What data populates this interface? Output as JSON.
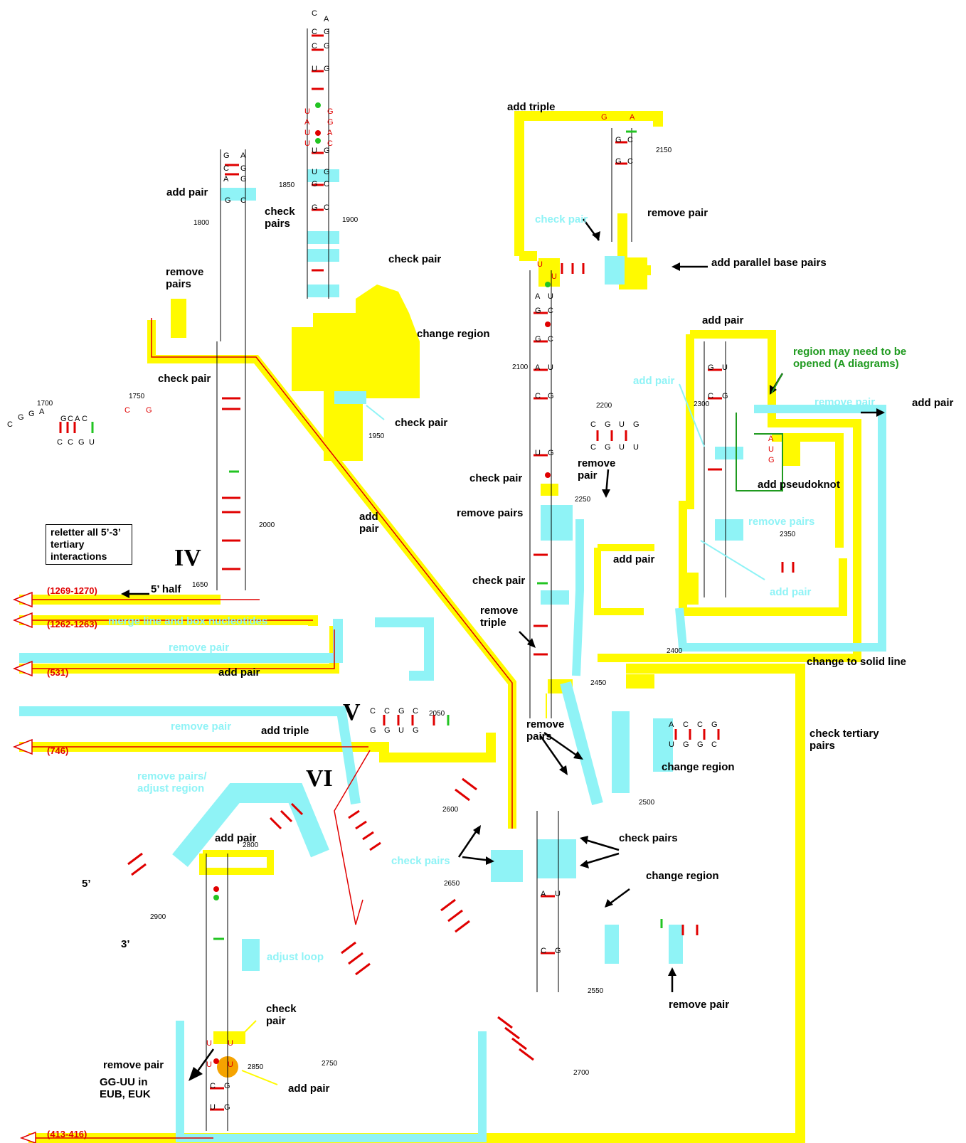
{
  "colors": {
    "highlight_yellow": "#fffa00",
    "highlight_cyan": "#8ff3f6",
    "pair_red": "#e00000",
    "pair_green": "#22c422",
    "annotation_green": "#1f9a1f",
    "orange": "#f5a300"
  },
  "domains": {
    "iv": "IV",
    "v": "V",
    "vi": "VI"
  },
  "strand_ends": {
    "five_prime": "5’",
    "three_prime": "3’"
  },
  "box_note": "reletter all 5’-3’ tertiary interactions",
  "annotations": {
    "add_triple_top": "add triple",
    "remove_pair_top": "remove pair",
    "add_parallel": "add parallel base pairs",
    "check_pair_cyan_top": "check pair",
    "add_pair_1800": "add pair",
    "check_pairs_1850": "check pairs",
    "check_pair_1900": "check pair",
    "remove_pairs_left": "remove pairs",
    "change_region_1900": "change region",
    "check_pair_1750": "check pair",
    "check_pair_1950": "check pair",
    "add_pair_diag": "add pair",
    "add_pair_2300": "add pair",
    "region_open": "region may need to be opened (A diagrams)",
    "add_pair_cyan_2300": "add pair",
    "remove_pair_cyan_2300": "remove pair",
    "add_pair_right": "add pair",
    "add_pseudoknot": "add pseudoknot",
    "remove_pairs_cyan_2350": "remove pairs",
    "add_pair_cyan_2350": "add pair",
    "check_pair_2100": "check pair",
    "remove_pairs_2100": "remove pairs",
    "remove_pair_2250": "remove pair",
    "add_pair_2250": "add pair",
    "check_pair_2450": "check pair",
    "remove_triple": "remove triple",
    "change_to_solid": "change to solid line",
    "five_half": "5’ half",
    "merge_line": "merge line and box nucleotides",
    "remove_pair_cyan_iv": "remove pair",
    "add_pair_iv": "add pair",
    "remove_pair_cyan_v": "remove pair",
    "add_triple_v": "add triple",
    "remove_pairs_adjust": "remove pairs/ adjust region",
    "remove_pairs_v": "remove pairs",
    "change_region_2500": "change region",
    "check_tertiary": "check tertiary pairs",
    "add_pair_2800": "add pair",
    "check_pairs_cyan": "check pairs",
    "check_pairs_2650": "check pairs",
    "change_region_2550": "change region",
    "remove_pair_2550": "remove pair",
    "adjust_loop": "adjust loop",
    "check_pair_2850": "check pair",
    "remove_pair_2850": "remove pair",
    "add_pair_2850": "add pair",
    "gg_uu": "GG-UU in EUB, EUK"
  },
  "tertiary_refs": {
    "r1": "(1269-1270)",
    "r2": "(1262-1263)",
    "r3": "(531)",
    "r4": "(746)",
    "r5": "(413-416)"
  },
  "numbering": {
    "n1650": "1650",
    "n1700": "1700",
    "n1750": "1750",
    "n1800": "1800",
    "n1850": "1850",
    "n1900": "1900",
    "n1950": "1950",
    "n2000": "2000",
    "n2050": "2050",
    "n2100": "2100",
    "n2150": "2150",
    "n2200": "2200",
    "n2250": "2250",
    "n2300": "2300",
    "n2350": "2350",
    "n2400": "2400",
    "n2450": "2450",
    "n2500": "2500",
    "n2550": "2550",
    "n2600": "2600",
    "n2650": "2650",
    "n2700": "2700",
    "n2750": "2750",
    "n2800": "2800",
    "n2850": "2850",
    "n2900": "2900"
  }
}
